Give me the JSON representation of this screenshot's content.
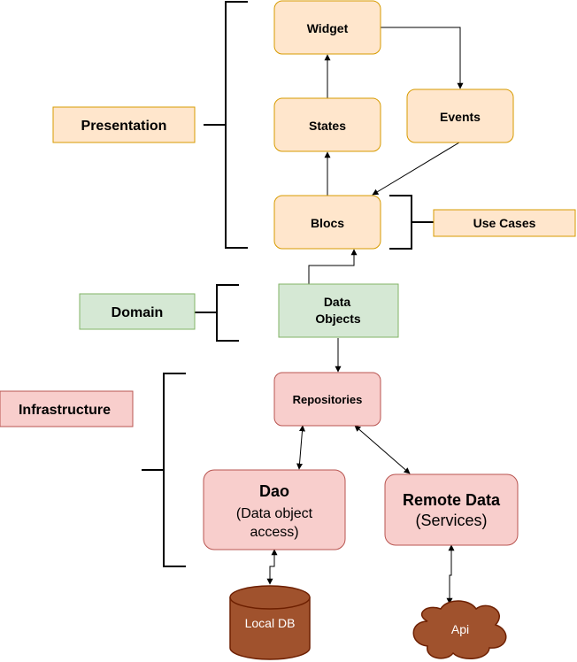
{
  "colors": {
    "orange_fill": "#ffe6cc",
    "orange_stroke": "#d79b00",
    "green_fill": "#d5e8d4",
    "green_stroke": "#82b366",
    "red_fill": "#f8cecc",
    "red_stroke": "#b85450",
    "db_fill": "#a0522d",
    "db_stroke": "#6d1f00",
    "line": "#000000"
  },
  "layers": {
    "presentation": "Presentation",
    "domain": "Domain",
    "infrastructure": "Infrastructure",
    "use_cases": "Use Cases"
  },
  "nodes": {
    "widget": "Widget",
    "events": "Events",
    "states": "States",
    "blocs": "Blocs",
    "data_objects_line1": "Data",
    "data_objects_line2": "Objects",
    "repositories": "Repositories",
    "dao_title": "Dao",
    "dao_sub1": "(Data object",
    "dao_sub2": "access)",
    "remote_title": "Remote Data",
    "remote_sub": "(Services)",
    "local_db": "Local DB",
    "api": "Api"
  }
}
